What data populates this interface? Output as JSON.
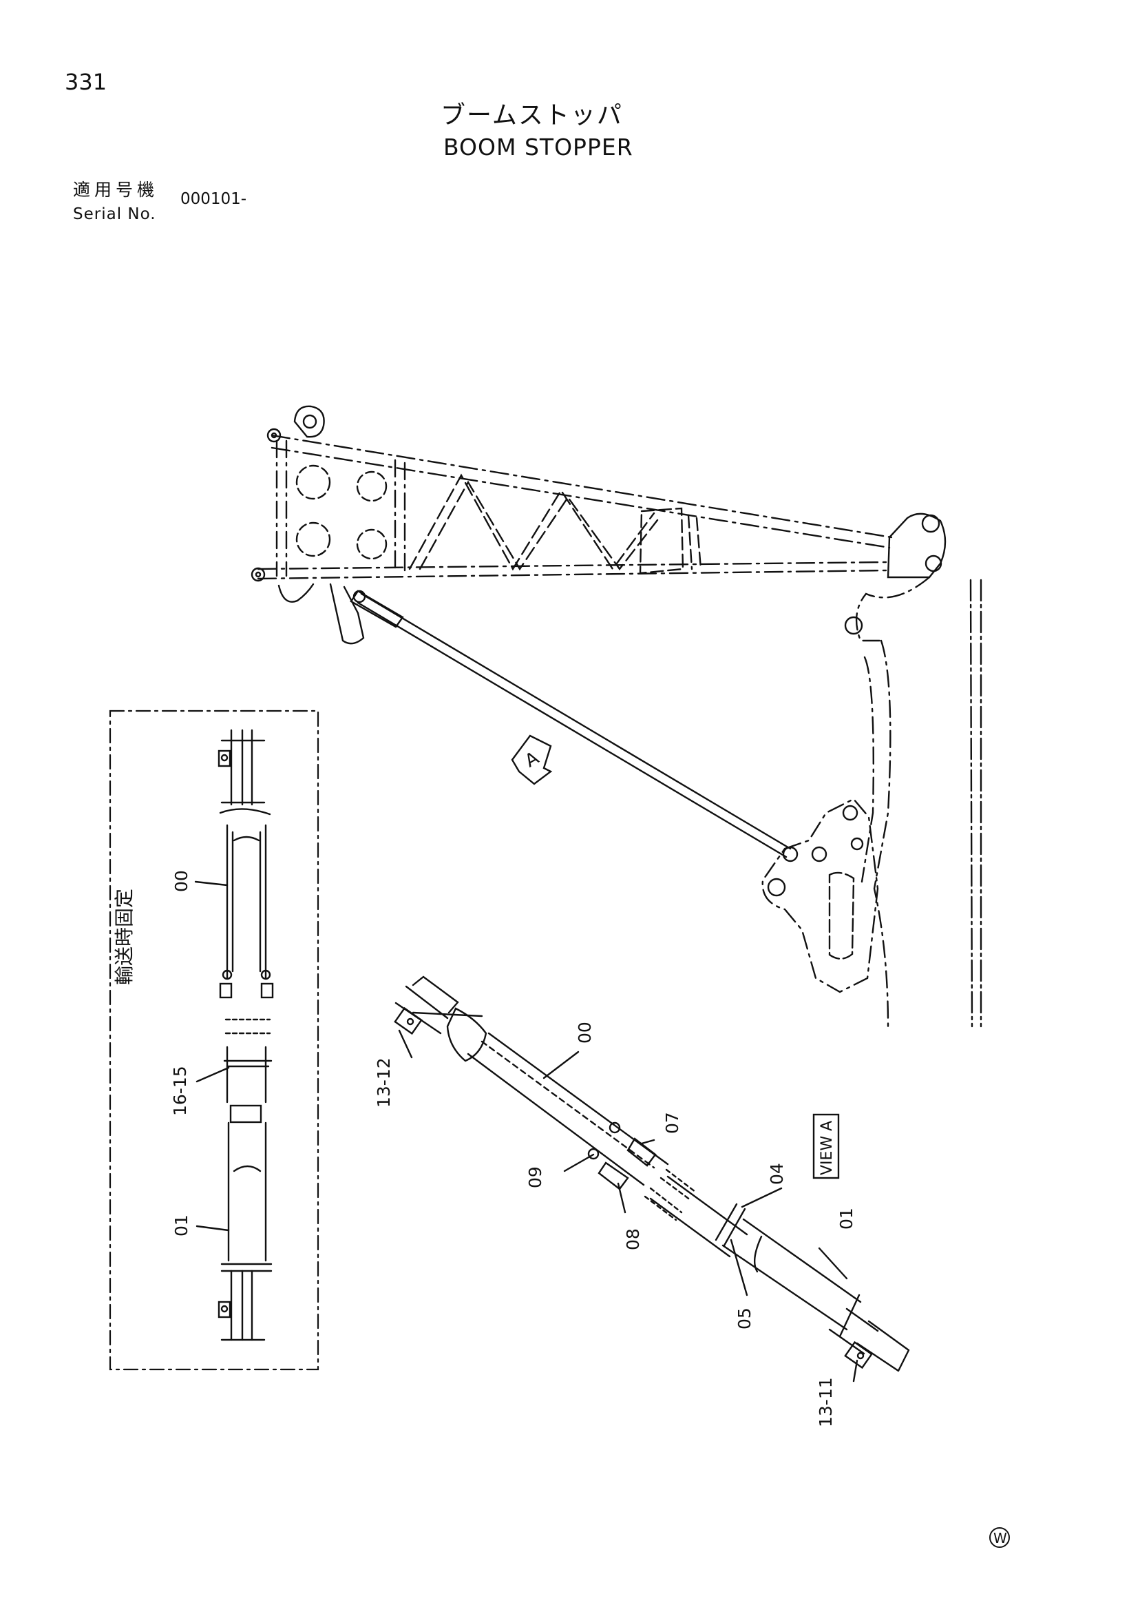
{
  "header": {
    "page_number": "331",
    "title_jp": "ブームストッパ",
    "title_en": "BOOM STOPPER",
    "serial_label_jp": "適用号機",
    "serial_label_en": "Serial No.",
    "serial_value": "000101-"
  },
  "view_marker": "A",
  "transport_box": {
    "label_jp": "輸送時固定",
    "callouts": [
      "00",
      "16-15",
      "01"
    ]
  },
  "view_a": {
    "label": "VIEW A",
    "callouts": [
      "00",
      "13-12",
      "07",
      "09",
      "08",
      "04",
      "05",
      "01",
      "13-11"
    ]
  },
  "footer_mark": "W",
  "colors": {
    "line": "#111111",
    "background": "#ffffff"
  }
}
